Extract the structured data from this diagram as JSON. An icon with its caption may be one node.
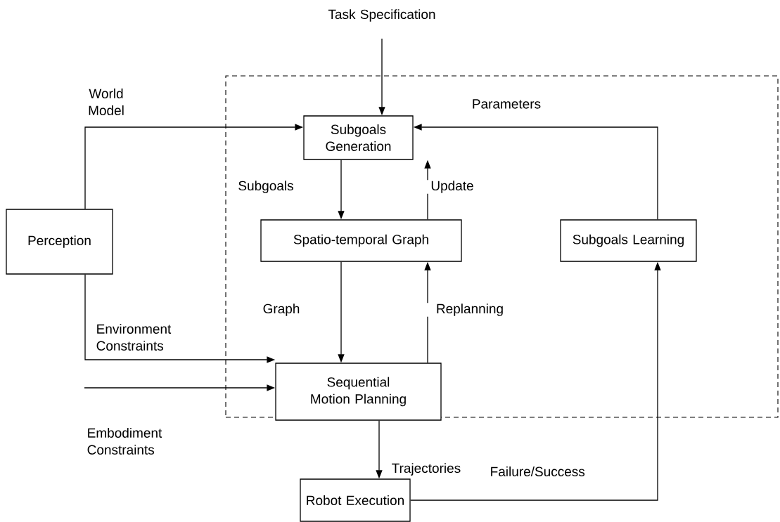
{
  "diagram": {
    "nodes": [
      {
        "text": [],
        "shape": "box"
      },
      {
        "text": [
          "Subgoals Generation"
        ],
        "in": 0
      },
      {
        "text": [
          "Spatio-temporal Graph"
        ],
        "in": 0
      },
      {
        "text": [
          "Subgoals Learning"
        ],
        "in": 0
      },
      {
        "text": [
          "Sequential Motion Planning"
        ],
        "in": 0
      },
      {
        "text": [
          "Perception"
        ]
      },
      {
        "text": [
          "Robot Execution"
        ]
      }
    ],
    "edges": [
      {
        "from": null,
        "to": 1,
        "arrow": "to",
        "label": "Task Specification"
      },
      {
        "from": 5,
        "to": 1,
        "arrow": "to",
        "label": "World Model"
      },
      {
        "from": 3,
        "to": 1,
        "arrow": "to",
        "label": "Parameters"
      },
      {
        "from": 1,
        "to": 2,
        "arrow": "to",
        "label": "Subgoals"
      },
      {
        "from": 2,
        "to": 1,
        "arrow": "to",
        "label": "Update"
      },
      {
        "from": 2,
        "to": 4,
        "arrow": "to",
        "label": "Graph"
      },
      {
        "from": 4,
        "to": 2,
        "arrow": "to",
        "label": "Replanning"
      },
      {
        "from": 5,
        "to": 4,
        "arrow": "to",
        "label": "Environment Constraints"
      },
      {
        "from": null,
        "to": 4,
        "arrow": "to",
        "label": "Embodiment Constraints"
      },
      {
        "from": 4,
        "to": 6,
        "arrow": "to",
        "label": "Trajectories"
      },
      {
        "from": 6,
        "to": 3,
        "arrow": "to",
        "label": "Failure/Success"
      }
    ]
  }
}
